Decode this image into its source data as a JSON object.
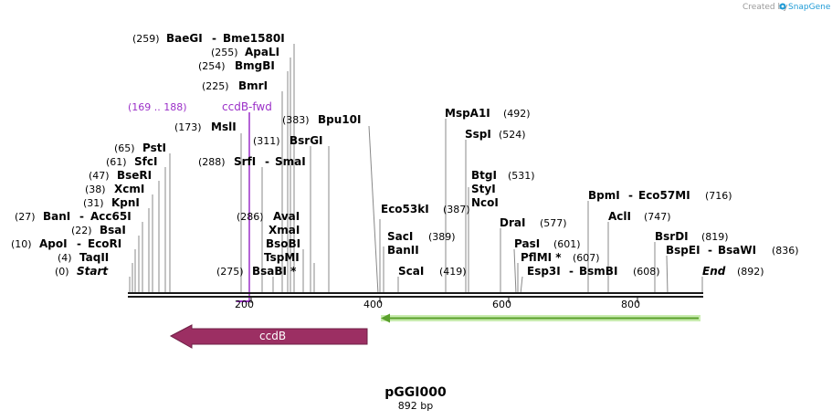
{
  "credit": {
    "prefix": "Created by",
    "brand": "SnapGene",
    "brand_color": "#1f9bd6"
  },
  "plasmid": {
    "name": "pGGI000",
    "length_label": "892 bp"
  },
  "axis_ticks": [
    "200",
    "400",
    "600",
    "800"
  ],
  "sites": [
    {
      "pos": "(259)",
      "name": "BaeGI",
      "name2": "Bme1580I"
    },
    {
      "pos": "(255)",
      "name": "ApaLI"
    },
    {
      "pos": "(254)",
      "name": "BmgBI"
    },
    {
      "pos": "(225)",
      "name": "BmrI"
    },
    {
      "pos": "(169 .. 188)",
      "name": "ccdB-fwd",
      "primer": true
    },
    {
      "pos": "(173)",
      "name": "MslI"
    },
    {
      "pos": "(288)",
      "name": "SrfI",
      "name2": "SmaI"
    },
    {
      "pos": "(65)",
      "name": "PstI"
    },
    {
      "pos": "(61)",
      "name": "SfcI"
    },
    {
      "pos": "(47)",
      "name": "BseRI"
    },
    {
      "pos": "(38)",
      "name": "XcmI"
    },
    {
      "pos": "(31)",
      "name": "KpnI"
    },
    {
      "pos": "(27)",
      "name": "BanI",
      "name2": "Acc65I"
    },
    {
      "pos": "(22)",
      "name": "BsaI"
    },
    {
      "pos": "(10)",
      "name": "ApoI",
      "name2": "EcoRI"
    },
    {
      "pos": "(4)",
      "name": "TaqII"
    },
    {
      "pos": "(0)",
      "name": "Start",
      "italic": true
    },
    {
      "pos": "(286)",
      "name": "AvaI"
    },
    {
      "name": "XmaI"
    },
    {
      "name": "BsoBI"
    },
    {
      "name": "TspMI"
    },
    {
      "pos": "(275)",
      "name": "BsaBI *"
    },
    {
      "pos": "(311)",
      "name": "BsrGI"
    },
    {
      "pos": "(383)",
      "name": "Bpu10I"
    },
    {
      "pos": "(387)",
      "name": "Eco53kI"
    },
    {
      "pos": "(389)",
      "name": "SacI"
    },
    {
      "name": "BanII"
    },
    {
      "pos": "(419)",
      "name": "ScaI"
    },
    {
      "pos": "(492)",
      "name": "MspA1I"
    },
    {
      "pos": "(524)",
      "name": "SspI"
    },
    {
      "pos": "(531)",
      "name": "BtgI"
    },
    {
      "name": "StyI"
    },
    {
      "name": "NcoI"
    },
    {
      "pos": "(577)",
      "name": "DraI"
    },
    {
      "pos": "(601)",
      "name": "PasI"
    },
    {
      "pos": "(607)",
      "name": "PflMI *"
    },
    {
      "pos": "(608)",
      "name": "Esp3I",
      "name2": "BsmBI"
    },
    {
      "pos": "(716)",
      "name": "BpmI",
      "name2": "Eco57MI"
    },
    {
      "pos": "(747)",
      "name": "AclI"
    },
    {
      "pos": "(819)",
      "name": "BsrDI"
    },
    {
      "pos": "(836)",
      "name": "BspEI",
      "name2": "BsaWI"
    },
    {
      "pos": "(892)",
      "name": "End",
      "italic": true
    }
  ],
  "features": [
    {
      "name": "ccdB",
      "color": "#9c2f63",
      "direction": "reverse"
    },
    {
      "name": "",
      "color": "#5aa02c",
      "direction": "reverse"
    }
  ],
  "colors": {
    "primer": "#9b30c8",
    "backbone": "#1a1a1a",
    "site_line": "#888888"
  }
}
